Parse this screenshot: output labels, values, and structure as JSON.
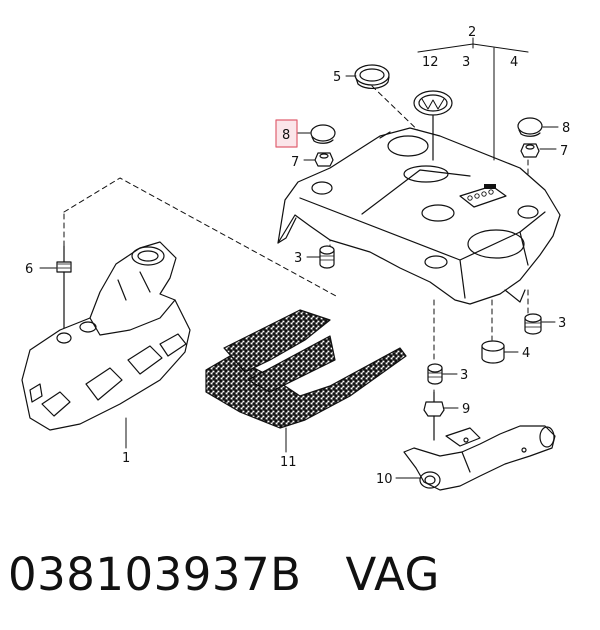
{
  "callouts": {
    "c2": "2",
    "c12": "12",
    "c3a": "3",
    "c4a": "4",
    "c5": "5",
    "c8a": "8",
    "c8b": "8",
    "c7a": "7",
    "c7b": "7",
    "c6": "6",
    "c3b": "3",
    "c3c": "3",
    "c3d": "3",
    "c4b": "4",
    "c9": "9",
    "c10": "10",
    "c11": "11",
    "c1": "1"
  },
  "caption": {
    "part_number": "038103937B",
    "brand": "VAG"
  },
  "colors": {
    "line": "#111111",
    "highlight_border": "#e06070",
    "highlight_fill": "#fbe6ea"
  }
}
